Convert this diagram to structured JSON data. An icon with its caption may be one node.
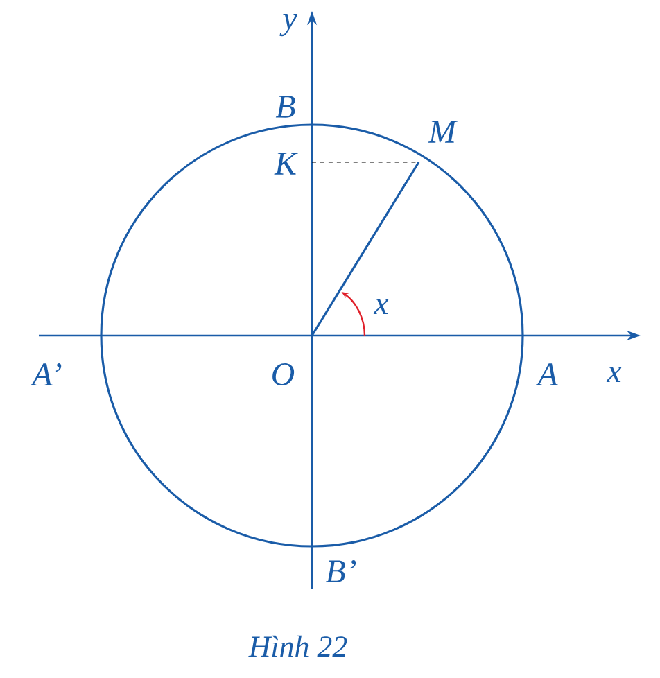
{
  "diagram": {
    "caption": "Hình 22",
    "labels": [
      "y",
      "B",
      "M",
      "K",
      "x",
      "A’",
      "O",
      "A",
      "x",
      "B’"
    ]
  }
}
